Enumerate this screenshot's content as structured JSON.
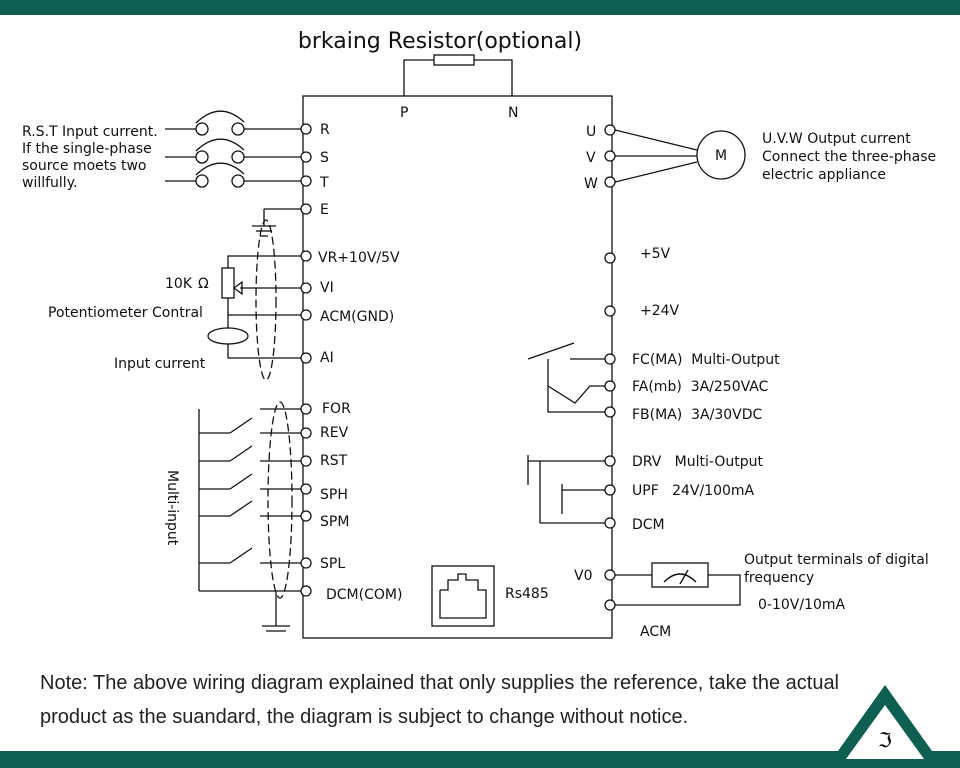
{
  "title": "brkaing Resistor(optional)",
  "top_terminals": {
    "p": "P",
    "n": "N"
  },
  "left_note": [
    "R.S.T Input current.",
    "If the single-phase",
    "source moets two",
    "willfully."
  ],
  "left_terminals": {
    "r": "R",
    "s": "S",
    "t": "T",
    "e": "E",
    "vr": "VR+10V/5V",
    "vi": "VI",
    "acm_gnd": "ACM(GND)",
    "ai": "AI",
    "for": "FOR",
    "rev": "REV",
    "rst": "RST",
    "sph": "SPH",
    "spm": "SPM",
    "spl": "SPL",
    "dcm_com": "DCM(COM)"
  },
  "left_labels": {
    "resistor": "10K",
    "ohm": "Ω",
    "potentiometer": "Potentiometer Contral",
    "input_current": "Input current",
    "multi_input": "Multi-input"
  },
  "right_terminals": {
    "u": "U",
    "v": "V",
    "w": "W",
    "plus5": "+5V",
    "plus24": "+24V",
    "fc": "FC(MA)  Multi-Output",
    "fa": "FA(mb)  3A/250VAC",
    "fb": "FB(MA)  3A/30VDC",
    "drv": "DRV   Multi-Output",
    "upf": "UPF   24V/100mA",
    "dcm": "DCM",
    "v0": "V0",
    "acm": "ACM"
  },
  "motor": {
    "symbol": "M",
    "lines": [
      "U.V.W Output current",
      "Connect the three-phase",
      "electric appliance"
    ]
  },
  "rs485": "Rs485",
  "output_terminals": {
    "lines": [
      "Output terminals of digital",
      "frequency"
    ],
    "range": "0-10V/10mA"
  },
  "note": [
    "Note: The above wiring diagram explained that only supplies the reference, take the actual",
    "product as the suandard, the diagram is subject to change without notice."
  ],
  "colors": {
    "brand": "#0f5e52",
    "line": "#111111"
  },
  "logo": {
    "icon": "triangle-logo-icon",
    "mark": "ℑ"
  }
}
